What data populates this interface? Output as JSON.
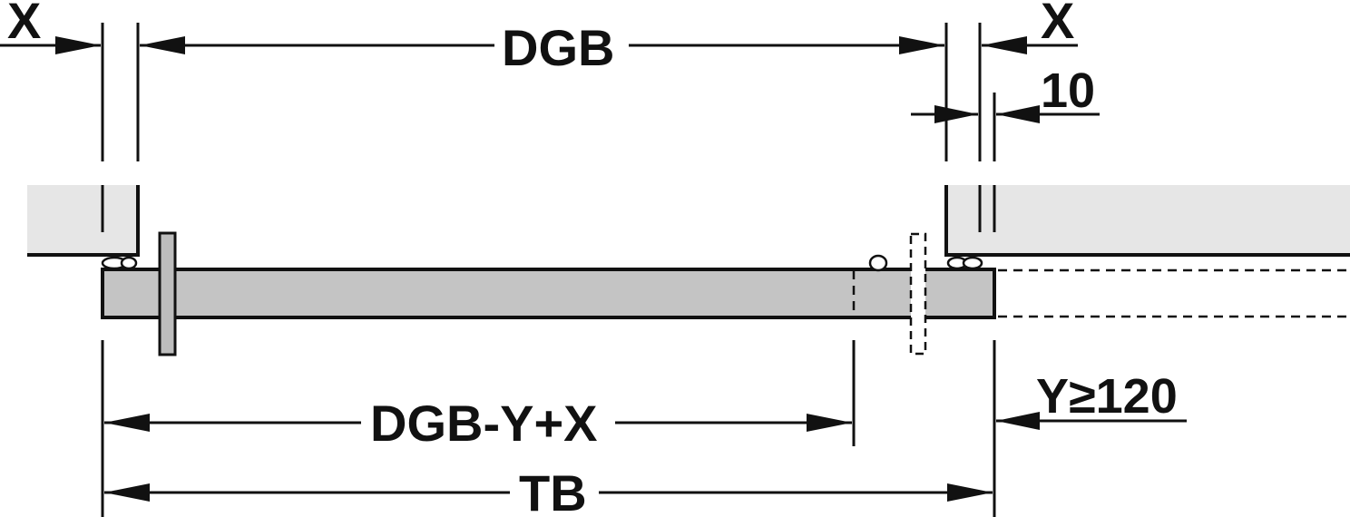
{
  "labels": {
    "x_left": "X",
    "x_right": "X",
    "dgb": "DGB",
    "ten": "10",
    "y_min": "Y≥120",
    "dgb_minus_y_plus_x": "DGB-Y+X",
    "tb": "TB"
  },
  "colors": {
    "line": "#111111",
    "wall_fill": "#e6e6e6",
    "door_fill": "#c4c4c4",
    "rail_fill": "#bdbdbd",
    "background": "#ffffff"
  }
}
